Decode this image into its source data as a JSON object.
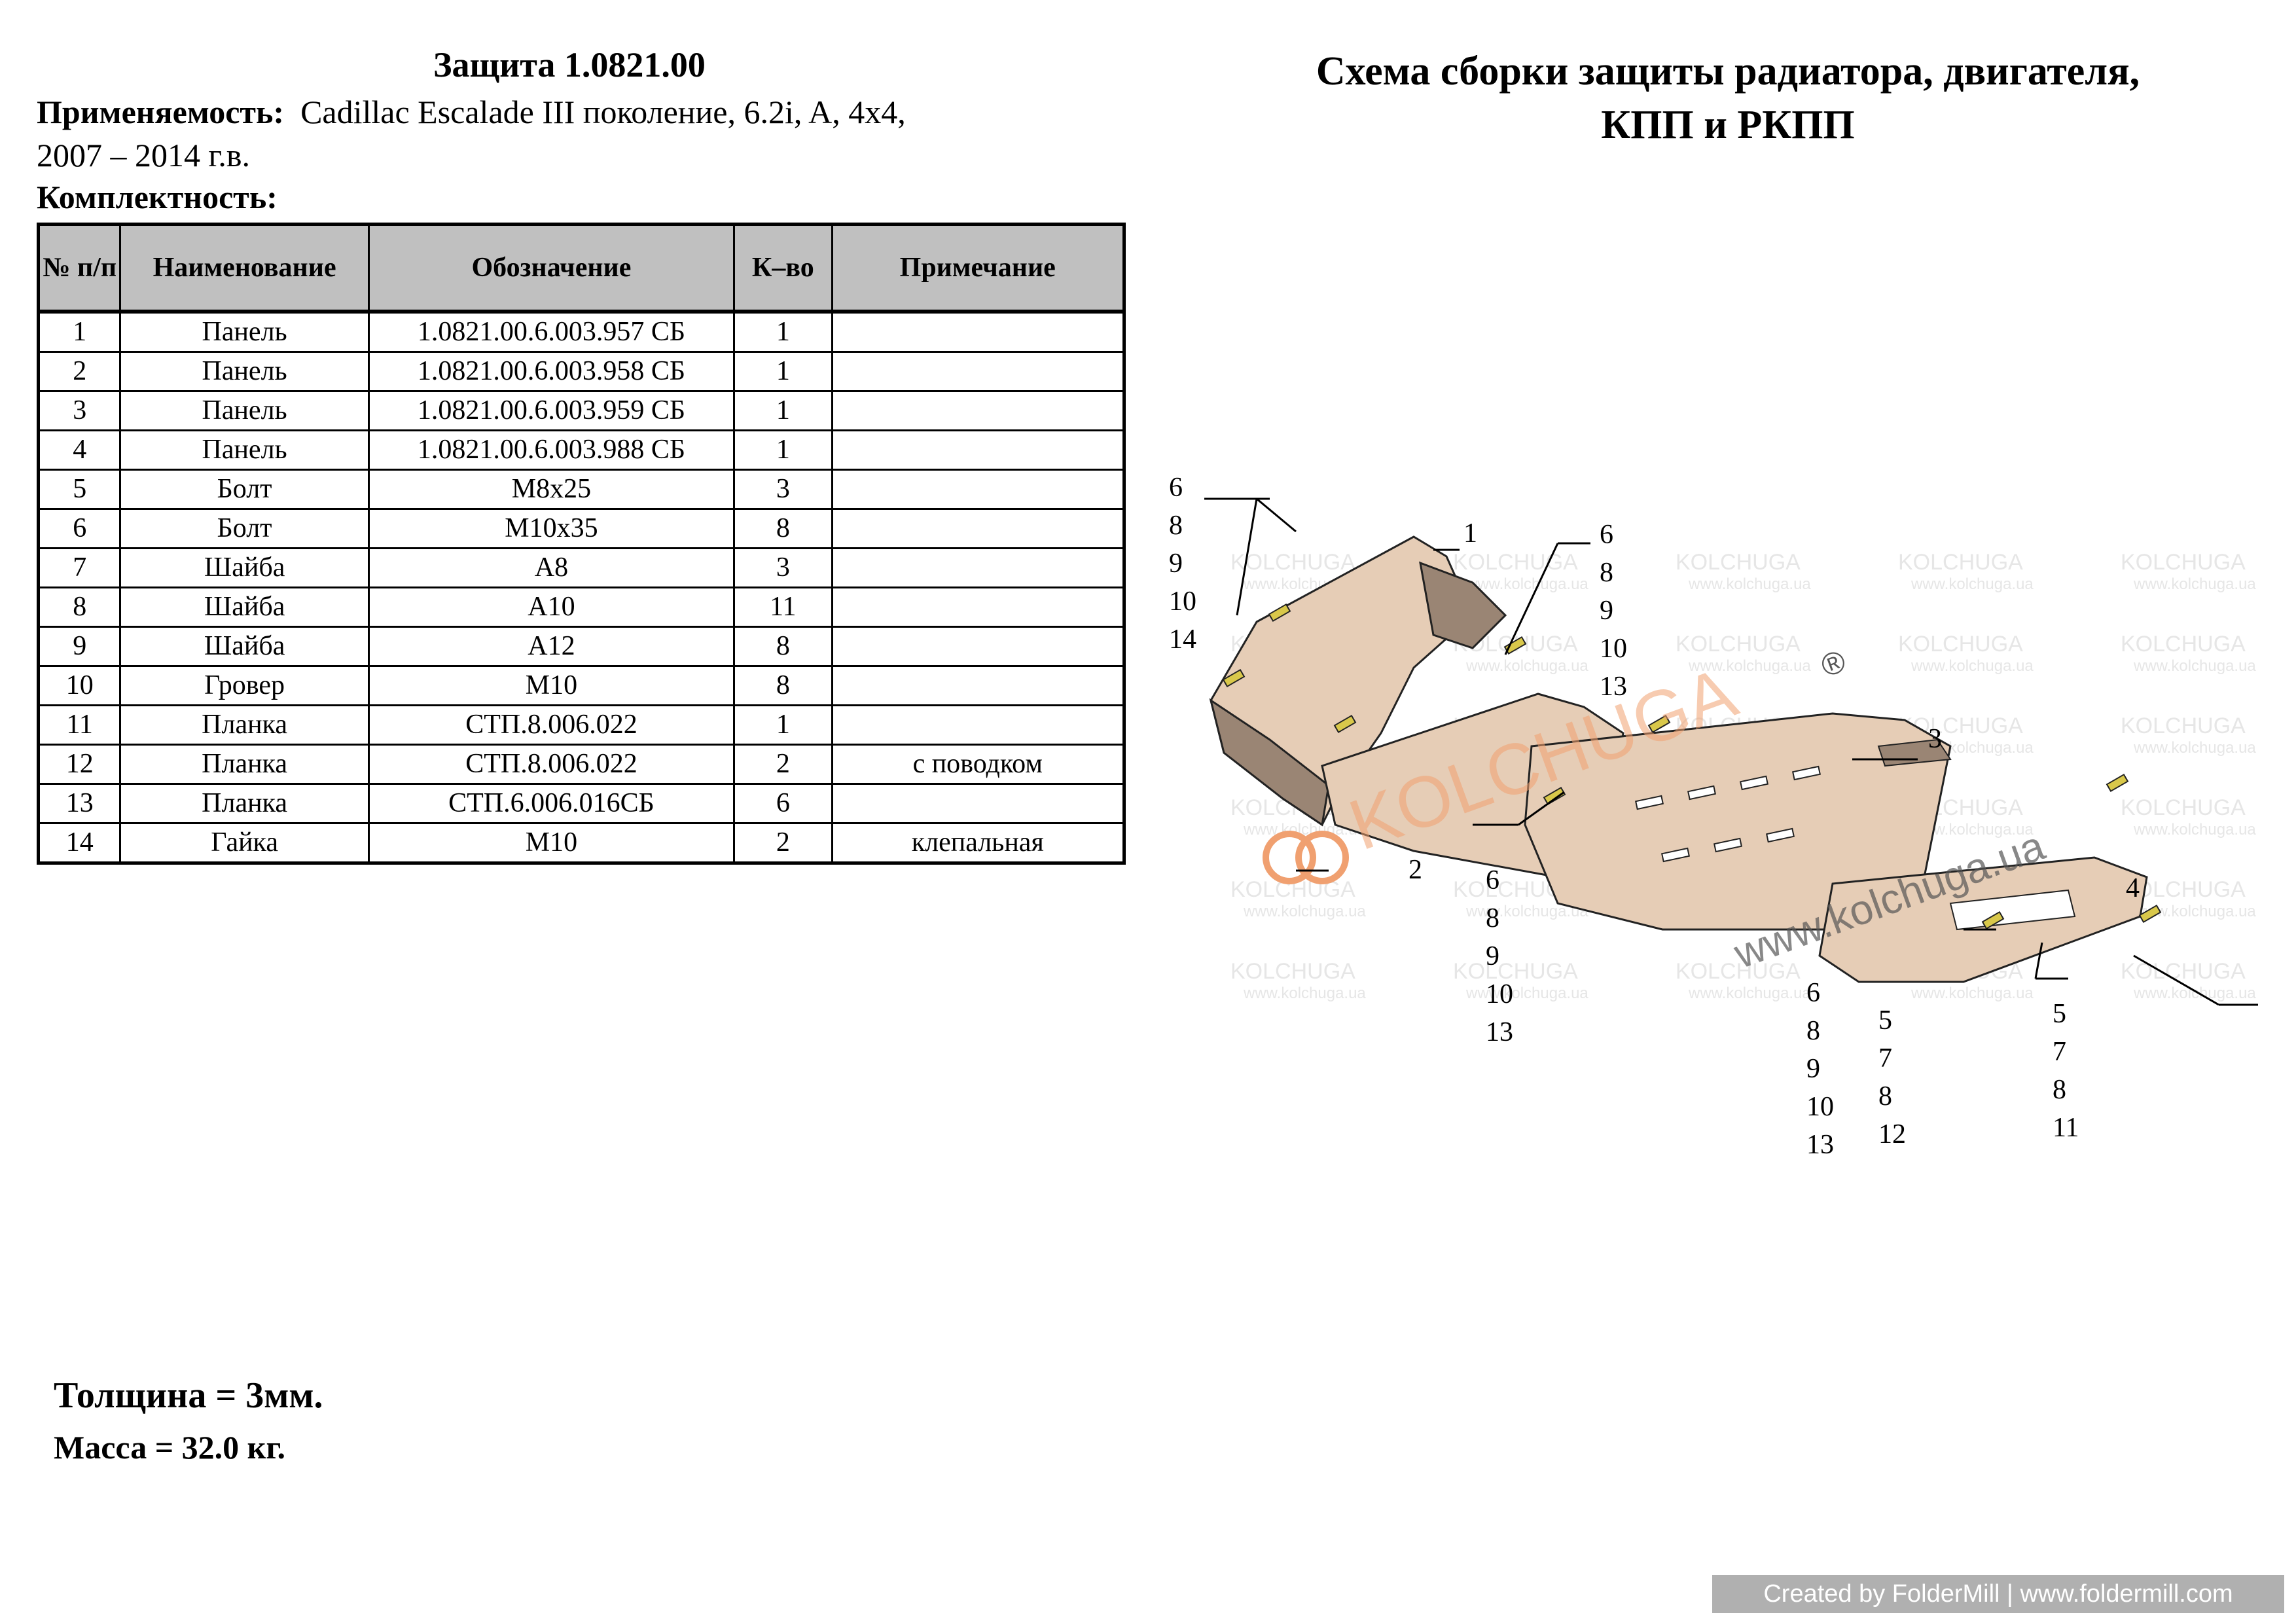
{
  "doc": {
    "title": "Защита 1.0821.00",
    "applicability_label": "Применяемость:",
    "applicability_text": "Cadillac Escalade III поколение, 6.2i, A, 4x4,",
    "applicability_years": "2007 – 2014 г.в.",
    "kit_label": "Комплектность:"
  },
  "table": {
    "headers": [
      "№ п/п",
      "Наименование",
      "Обозначение",
      "К–во",
      "Примечание"
    ],
    "rows": [
      {
        "n": "1",
        "name": "Панель",
        "code": "1.0821.00.6.003.957 СБ",
        "qty": "1",
        "note": ""
      },
      {
        "n": "2",
        "name": "Панель",
        "code": "1.0821.00.6.003.958 СБ",
        "qty": "1",
        "note": ""
      },
      {
        "n": "3",
        "name": "Панель",
        "code": "1.0821.00.6.003.959 СБ",
        "qty": "1",
        "note": ""
      },
      {
        "n": "4",
        "name": "Панель",
        "code": "1.0821.00.6.003.988 СБ",
        "qty": "1",
        "note": ""
      },
      {
        "n": "5",
        "name": "Болт",
        "code": "M8x25",
        "qty": "3",
        "note": ""
      },
      {
        "n": "6",
        "name": "Болт",
        "code": "M10x35",
        "qty": "8",
        "note": ""
      },
      {
        "n": "7",
        "name": "Шайба",
        "code": "A8",
        "qty": "3",
        "note": ""
      },
      {
        "n": "8",
        "name": "Шайба",
        "code": "A10",
        "qty": "11",
        "note": ""
      },
      {
        "n": "9",
        "name": "Шайба",
        "code": "A12",
        "qty": "8",
        "note": ""
      },
      {
        "n": "10",
        "name": "Гровер",
        "code": "M10",
        "qty": "8",
        "note": ""
      },
      {
        "n": "11",
        "name": "Планка",
        "code": "СТП.8.006.022",
        "qty": "1",
        "note": ""
      },
      {
        "n": "12",
        "name": "Планка",
        "code": "СТП.8.006.022",
        "qty": "2",
        "note": "с поводком"
      },
      {
        "n": "13",
        "name": "Планка",
        "code": "СТП.6.006.016СБ",
        "qty": "6",
        "note": ""
      },
      {
        "n": "14",
        "name": "Гайка",
        "code": "M10",
        "qty": "2",
        "note": "клепальная"
      }
    ]
  },
  "scheme": {
    "title_line1": "Схема сборки защиты радиатора, двигателя,",
    "title_line2": "КПП и РКПП",
    "brand": "KOLCHUGA",
    "registered": "®",
    "site": "www.kolchuga.ua",
    "callouts": {
      "topleft": [
        "6",
        "8",
        "9",
        "10",
        "14"
      ],
      "panel1": "1",
      "mid_top": [
        "6",
        "8",
        "9",
        "10",
        "13"
      ],
      "panel3": "3",
      "panel2": "2",
      "mid_bottom": [
        "6",
        "8",
        "9",
        "10",
        "13"
      ],
      "panel4": "4",
      "low_left": [
        "6",
        "8",
        "9",
        "10",
        "13"
      ],
      "low_mid": [
        "5",
        "7",
        "8",
        "12"
      ],
      "low_right": [
        "5",
        "7",
        "8",
        "11"
      ]
    },
    "colors": {
      "metal": "#e6cdb6",
      "metal_edge": "#222222",
      "bracket": "#d9c84a",
      "shadow": "#9a8574"
    }
  },
  "specs": {
    "thickness": "Толщина = 3мм.",
    "mass": "Масса = 32.0 кг."
  },
  "footer": "Created by FolderMill | www.foldermill.com"
}
